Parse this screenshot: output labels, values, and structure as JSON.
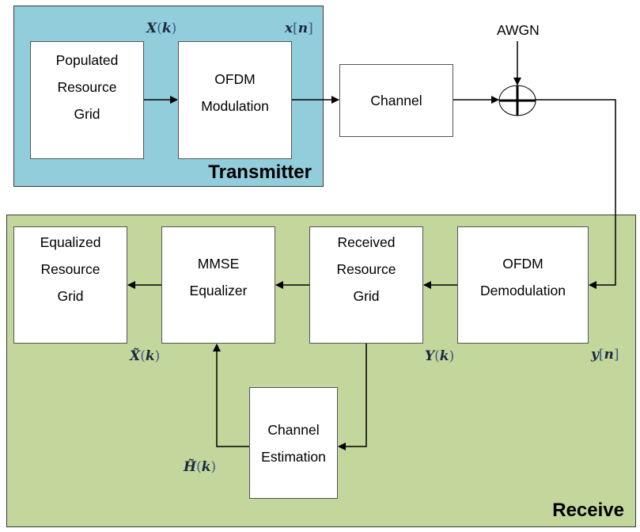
{
  "regions": {
    "transmitter": "Transmitter",
    "receiver": "Receive"
  },
  "blocks": {
    "populated_grid": [
      "Populated",
      "Resource",
      "Grid"
    ],
    "ofdm_mod": [
      "OFDM",
      "Modulation"
    ],
    "channel": [
      "Channel"
    ],
    "ofdm_demod": [
      "OFDM",
      "Demodulation"
    ],
    "received_grid": [
      "Received",
      "Resource",
      "Grid"
    ],
    "mmse_eq": [
      "MMSE",
      "Equalizer"
    ],
    "equalized_grid": [
      "Equalized",
      "Resource",
      "Grid"
    ],
    "channel_est": [
      "Channel",
      "Estimation"
    ]
  },
  "noise_label": "AWGN",
  "signals": {
    "X_k": {
      "sym": "X",
      "arg": "k",
      "open": "(",
      "close": ")"
    },
    "x_n": {
      "sym": "x",
      "arg": "n",
      "open": "[",
      "close": "]"
    },
    "y_n": {
      "sym": "y",
      "arg": "n",
      "open": "[",
      "close": "]"
    },
    "Y_k": {
      "sym": "Y",
      "arg": "k",
      "open": "(",
      "close": ")"
    },
    "Xhat_k": {
      "sym": "X̃",
      "arg": "k",
      "open": "(",
      "close": ")"
    },
    "Hhat_k": {
      "sym": "H̃",
      "arg": "k",
      "open": "(",
      "close": ")"
    }
  }
}
